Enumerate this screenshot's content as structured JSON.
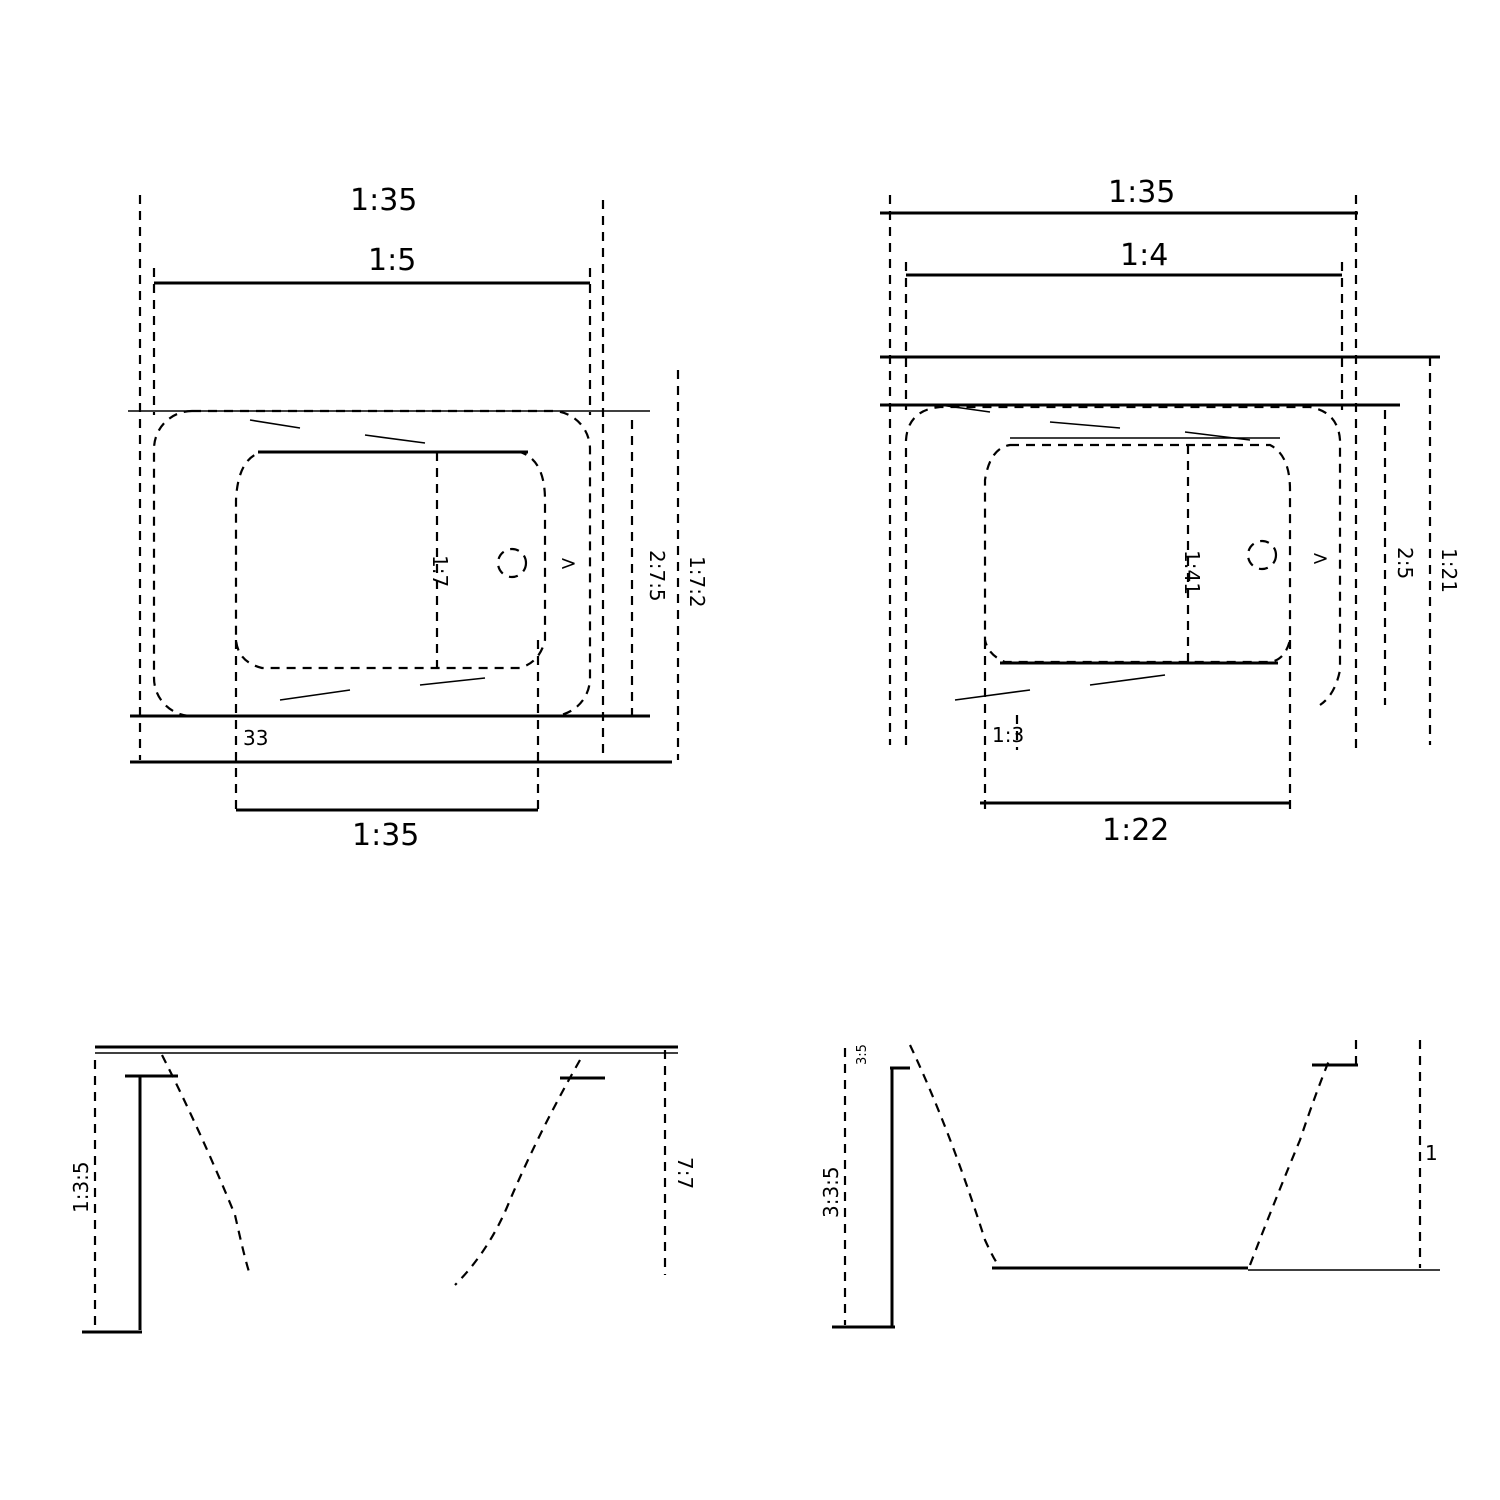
{
  "views": {
    "top_left": {
      "dims": {
        "overall_width": "1:35",
        "inner_width": "1:5",
        "bottom_width": "1:35",
        "offset": "33",
        "depth_label": "1:7",
        "outer_height": "1:7:2",
        "inner_height": "2:7:5"
      }
    },
    "top_right": {
      "dims": {
        "overall_width": "1:35",
        "inner_width": "1:4",
        "bottom_width": "1:22",
        "offset": "1:3",
        "depth_label": "1:41",
        "outer_height": "1:21",
        "inner_height": "2:5"
      }
    },
    "bottom_left": {
      "dims": {
        "left_height": "1:3:5",
        "right_height": "7:7"
      }
    },
    "bottom_right": {
      "dims": {
        "left_height": "3:3:5",
        "rim": "3:5",
        "right_height": "1"
      }
    }
  }
}
